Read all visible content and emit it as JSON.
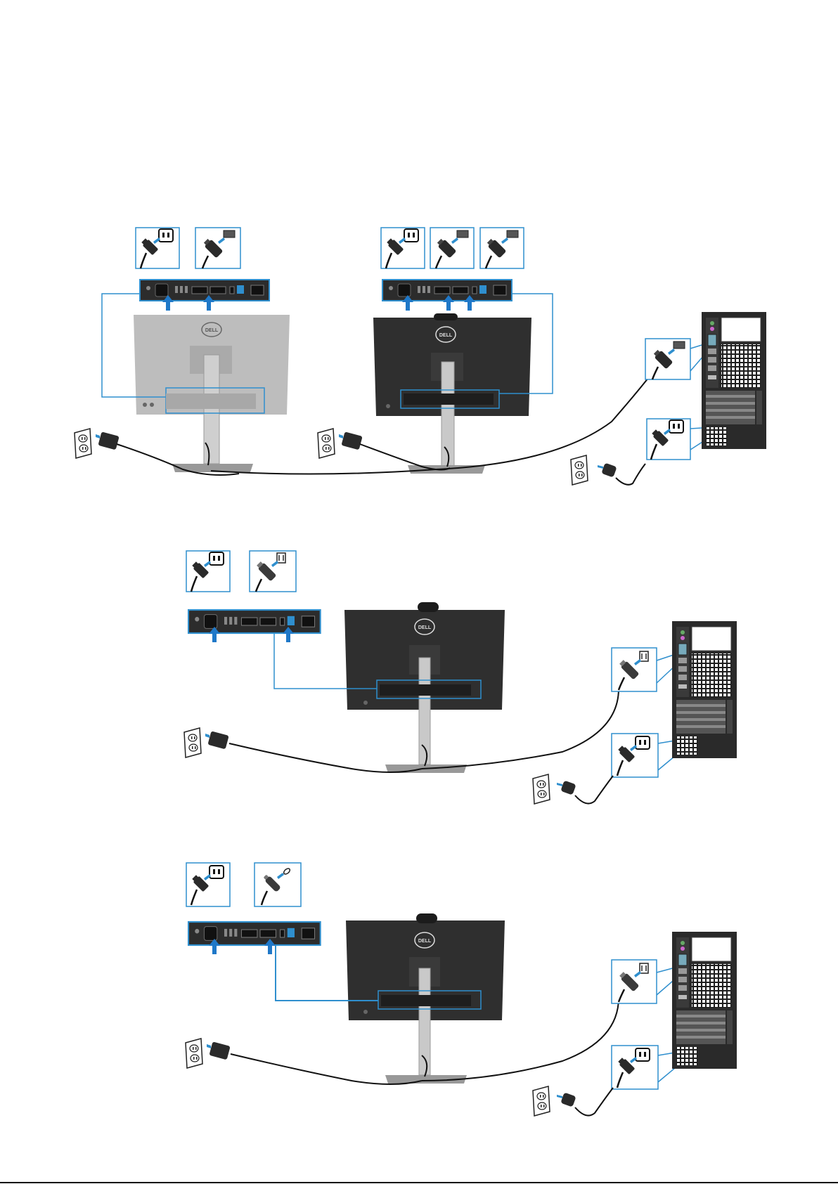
{
  "brand": {
    "logo_text": "DELL",
    "accent_color": "#2f8fce",
    "arrow_color": "#1f78c8",
    "monitor_light": "#b8b8b8",
    "monitor_dark": "#2f2f2f",
    "stand_color": "#a9a9a9"
  },
  "sections": [
    {
      "name": "daisy-chain-hdmi-dp",
      "callouts": [
        "power-plug-icon",
        "hdmi-plug-icon",
        "power-plug-icon",
        "hdmi-plug-icon",
        "hdmi-plug-icon",
        "hdmi-plug-icon",
        "power-plug-icon"
      ]
    },
    {
      "name": "usb-c-to-usb-a",
      "callouts": [
        "power-plug-icon",
        "usb-b-plug-icon",
        "usb-a-plug-icon",
        "power-plug-icon"
      ]
    },
    {
      "name": "usb-c-to-usb-c",
      "callouts": [
        "power-plug-icon",
        "usb-c-plug-icon",
        "usb-a-plug-icon",
        "power-plug-icon"
      ]
    }
  ]
}
